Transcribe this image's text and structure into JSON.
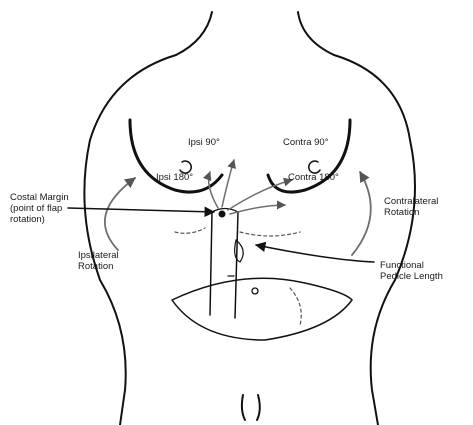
{
  "labels": {
    "ipsi_90": "Ipsi 90°",
    "ipsi_180": "Ipsi 180°",
    "contra_90": "Contra 90°",
    "contra_180": "Contra 180°",
    "costal_margin": [
      "Costal Margin",
      "(point of flap",
      "rotation)"
    ],
    "ipsilateral_rotation": [
      "Ipsilateral",
      "Rotation"
    ],
    "contralateral_rotation": [
      "Contralateral",
      "Rotation"
    ],
    "functional_pedicle_length": [
      "Functional",
      "Pedicle Length"
    ]
  },
  "colors": {
    "outline": "#111111",
    "arrow": "#6e6e6e",
    "background": "#ffffff"
  }
}
